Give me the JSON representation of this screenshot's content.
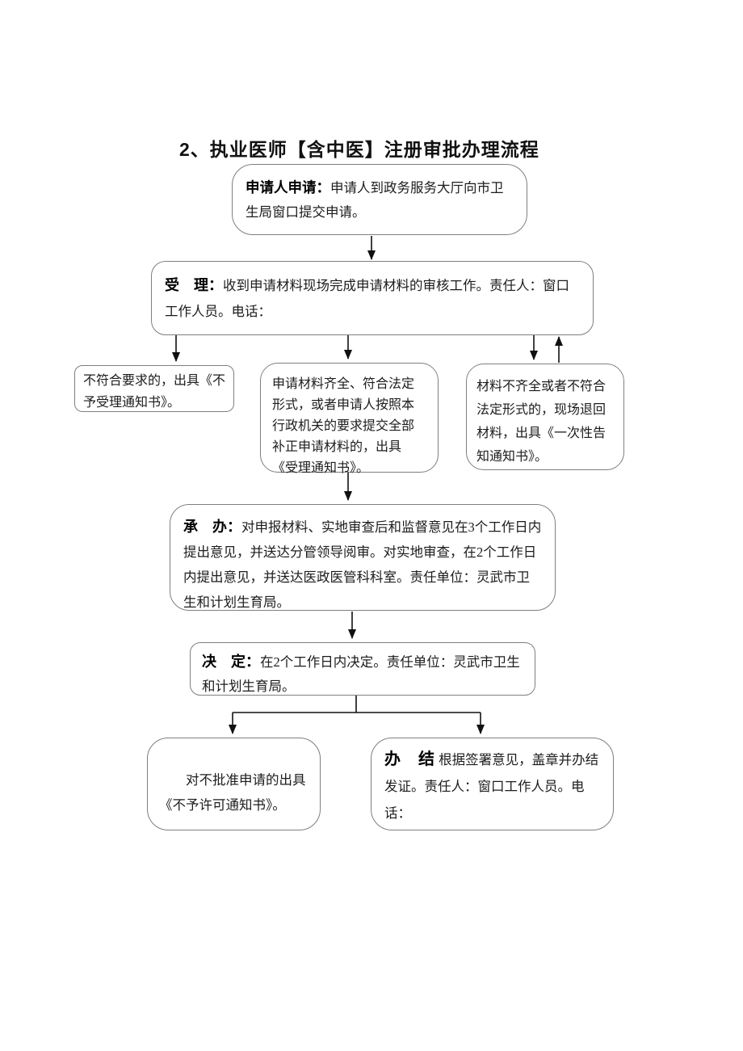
{
  "page": {
    "title": "2、执业医师【含中医】注册审批办理流程"
  },
  "flowchart": {
    "nodes": {
      "apply": {
        "label": "申请人申请：",
        "text": "申请人到政务服务大厅向市卫生局窗口提交申请。"
      },
      "accept": {
        "label": "受　理：",
        "text": "收到申请材料现场完成申请材料的审核工作。责任人：窗口工作人员。电话："
      },
      "reject_notice": {
        "text": "不符合要求的，出具《不予受理通知书》。"
      },
      "complete_materials": {
        "text": "申请材料齐全、符合法定形式，或者申请人按照本行政机关的要求提交全部补正申请材料的，出具《受理通知书》。"
      },
      "incomplete_materials": {
        "text": "材料不齐全或者不符合法定形式的，现场退回材料，出具《一次性告知通知书》。"
      },
      "undertake": {
        "label": "承　办：",
        "text": "对申报材料、实地审查后和监督意见在3个工作日内提出意见，并送达分管领导阅审。对实地审查，在2个工作日内提出意见，并送达医政医管科科室。责任单位：灵武市卫生和计划生育局。"
      },
      "decide": {
        "label": "决　定：",
        "text": "在2个工作日内决定。责任单位：灵武市卫生和计划生育局。"
      },
      "deny": {
        "text": "对不批准申请的出具《不予许可通知书》。"
      },
      "conclude": {
        "label": "办　结",
        "text": "根据签署意见，盖章并办结发证。责任人：窗口工作人员。电话："
      }
    },
    "colors": {
      "box_border": "#7f7f7f",
      "arrow": "#111111",
      "text": "#1c1c1c",
      "background": "#ffffff"
    }
  }
}
